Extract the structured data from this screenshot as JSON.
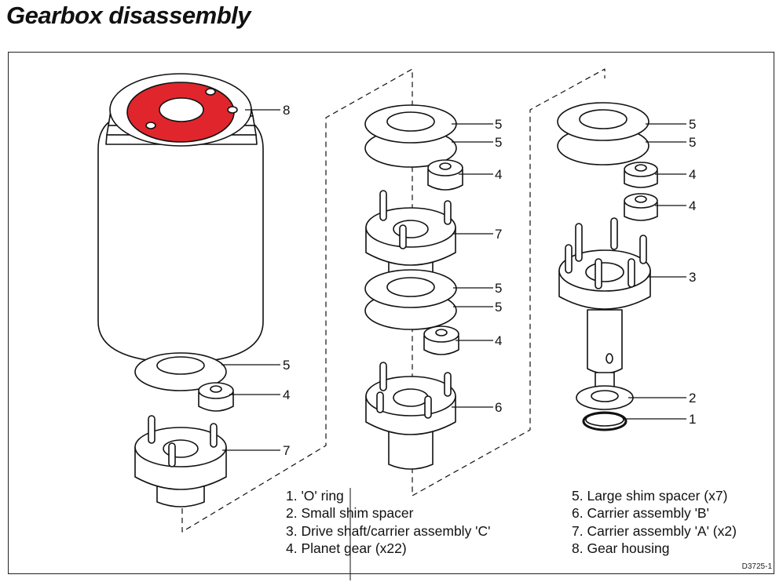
{
  "title": "Gearbox disassembly",
  "callouts": [
    "8",
    "5",
    "4",
    "7",
    "5",
    "5",
    "4",
    "7",
    "5",
    "5",
    "4",
    "6",
    "5",
    "5",
    "4",
    "4",
    "3",
    "2",
    "1"
  ],
  "legend_left": [
    "1. 'O' ring",
    "2. Small shim spacer",
    "3. Drive shaft/carrier assembly 'C'",
    "4. Planet gear (x22)"
  ],
  "legend_right": [
    "5. Large shim spacer (x7)",
    "6. Carrier assembly 'B'",
    "7. Carrier assembly 'A' (x2)",
    "8. Gear housing"
  ],
  "figure_ref": "D3725-1",
  "colors": {
    "housing_face": "#e0262c",
    "line": "#111111",
    "fill": "#ffffff"
  }
}
